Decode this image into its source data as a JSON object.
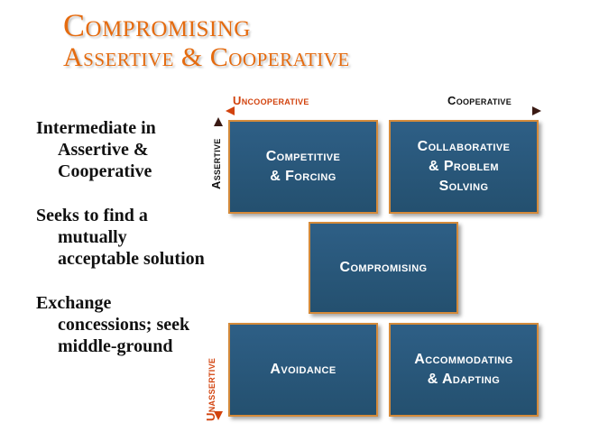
{
  "title": {
    "line1": "Compromising",
    "line2": "Assertive & Cooperative"
  },
  "bullets": [
    "Intermediate in Assertive & Cooperative",
    "Seeks to find a mutually acceptable solution",
    "Exchange concessions; seek middle-ground"
  ],
  "axes": {
    "uncooperative": "Uncooperative",
    "cooperative": "Cooperative",
    "assertive": "Assertive",
    "unassertive": "Unassertive",
    "colors": {
      "accent": "#d2430e",
      "dark": "#111111"
    }
  },
  "boxes": {
    "competitive": [
      "Competitive",
      "& Forcing"
    ],
    "collaborative": [
      "Collaborative",
      "& Problem",
      "Solving"
    ],
    "compromising": [
      "Compromising"
    ],
    "avoidance": [
      "Avoidance"
    ],
    "accommodating": [
      "Accommodating",
      "& Adapting"
    ]
  },
  "colors": {
    "title": "#e56b0f",
    "box_fill": "#2a5a80",
    "box_border": "#d48a3a"
  }
}
